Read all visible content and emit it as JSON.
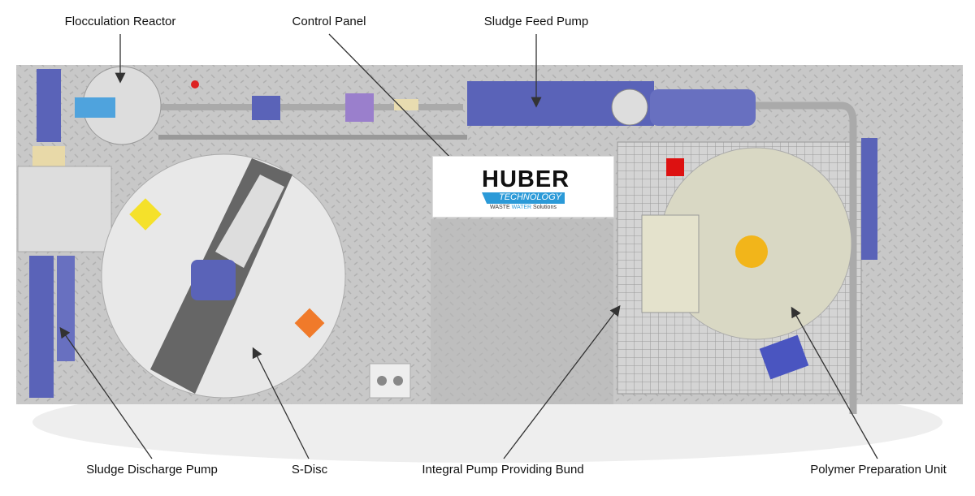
{
  "labels": {
    "flocculation_reactor": "Flocculation Reactor",
    "control_panel": "Control Panel",
    "sludge_feed_pump": "Sludge Feed Pump",
    "sludge_discharge_pump": "Sludge Discharge Pump",
    "s_disc": "S-Disc",
    "integral_pump_bund": "Integral Pump Providing Bund",
    "polymer_preparation_unit": "Polymer Preparation Unit"
  },
  "logo": {
    "brand": "HUBER",
    "sub": "TECHNOLOGY",
    "tag_1": "WASTE",
    "tag_2": "WATER",
    "tag_3": "Solutions"
  },
  "colors": {
    "skid": "#c9c9c9",
    "equipment_blue": "#5a63b8",
    "tank": "#d9d8c4",
    "disc": "#e6e6e6",
    "accent": "#2b9ad8"
  }
}
